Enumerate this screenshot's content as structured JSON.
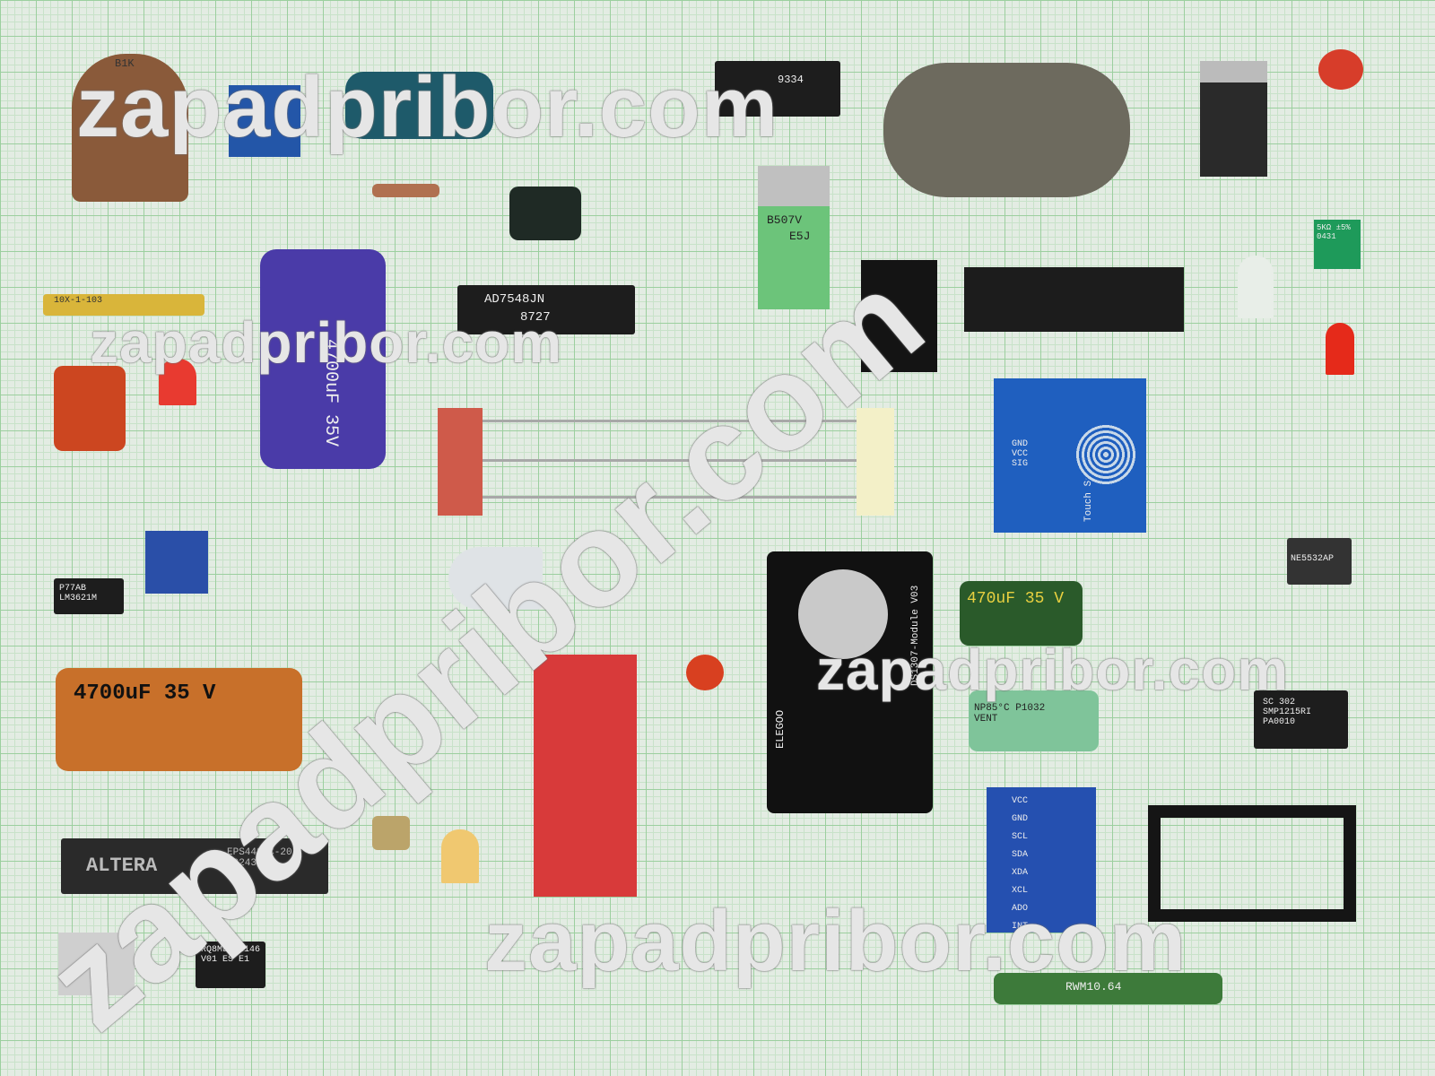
{
  "watermark": "zapadpribor.com",
  "markings": {
    "pot_top": "B1K",
    "ic_top": "9334",
    "ad": "AD7548JN",
    "ad2": "8727",
    "transistor": "B507V",
    "transistor2": "E5J",
    "cap_big": "4700uF 35V",
    "resnet": "10X-1-103",
    "trim": "5KΩ ±5% 0431",
    "lm": "P77AB LM3621M",
    "cap_orange": "4700uF 35 V",
    "altera": "ALTERA",
    "altera2": "EPS448DC-20 E9243",
    "cap_green": "470uF 35 V",
    "np": "NP85°C P1032 VENT",
    "smp": "SC 302 SMP1215RI PA0010",
    "ne": "NE5532AP",
    "touch": "Touch Sensor",
    "touch_pins": "GND VCC SIG",
    "rtc": "DS1307-Module V03",
    "elegoo": "ELEGOO",
    "gy": "VCC GND SCL SDA XDA XCL ADO INT",
    "rwm": "RWM10.64",
    "tqfp": "RQ8MLX 2146 V01 ES E1"
  },
  "colors": {
    "grid": "#9ccf9f",
    "bg": "#e3ece3"
  }
}
